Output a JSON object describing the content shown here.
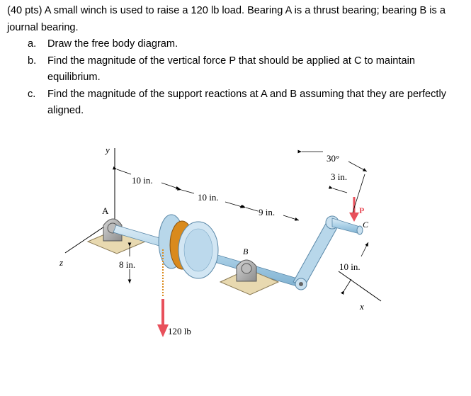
{
  "problem": {
    "intro": "(40 pts) A small winch is used to raise a 120 lb load.  Bearing A is a thrust bearing; bearing B is a journal bearing.",
    "parts": [
      {
        "mark": "a.",
        "text": "Draw the free body diagram."
      },
      {
        "mark": "b.",
        "text": "Find the magnitude of the vertical force P that should be applied at C to maintain equilibrium."
      },
      {
        "mark": "c.",
        "text": "Find the magnitude of the support reactions at A and B assuming that they are perfectly aligned."
      }
    ]
  },
  "figure": {
    "axis_y": "y",
    "axis_z": "z",
    "axis_x": "x",
    "point_a": "A",
    "point_b": "B",
    "point_c": "C",
    "force_p": "P",
    "dim_10in_1": "10 in.",
    "dim_10in_2": "10 in.",
    "dim_9in": "9 in.",
    "dim_8in": "8 in.",
    "angle_30": "30°",
    "dim_3in": "3 in.",
    "dim_10in_crank": "10 in.",
    "load": "120 lb",
    "colors": {
      "shaft": "#b8d7ea",
      "drum_orange": "#d98a1c",
      "force_red": "#e8505b",
      "base": "#e8d9b0"
    }
  }
}
